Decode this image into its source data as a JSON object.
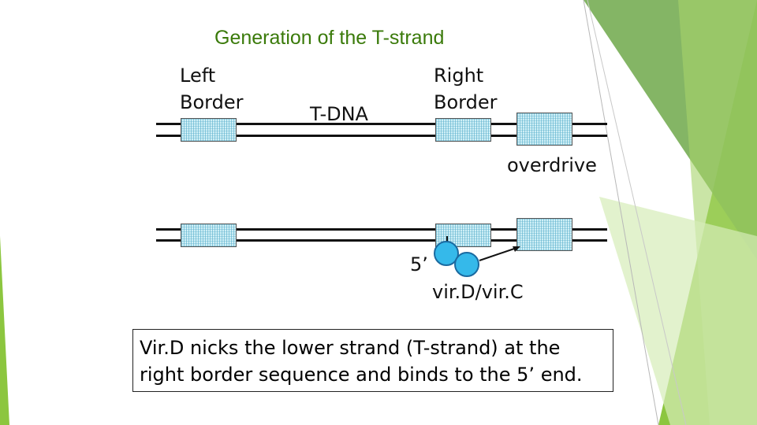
{
  "title": "Generation of the T-strand",
  "labels": {
    "left_border_1": "Left",
    "left_border_2": "Border",
    "tdna": "T-DNA",
    "right_border_1": "Right",
    "right_border_2": "Border",
    "overdrive": "overdrive",
    "five_prime": "5’",
    "virdc": "vir.D/vir.C"
  },
  "caption": {
    "line1": "Vir.D nicks the lower strand (T-strand) at the",
    "line2": "right border sequence and binds to the 5’ end."
  },
  "colors": {
    "title": "#3a7a0a",
    "accent_green": "#8cc63f",
    "box_fill": "#cfeff6",
    "protein_fill": "#35b9ea"
  }
}
